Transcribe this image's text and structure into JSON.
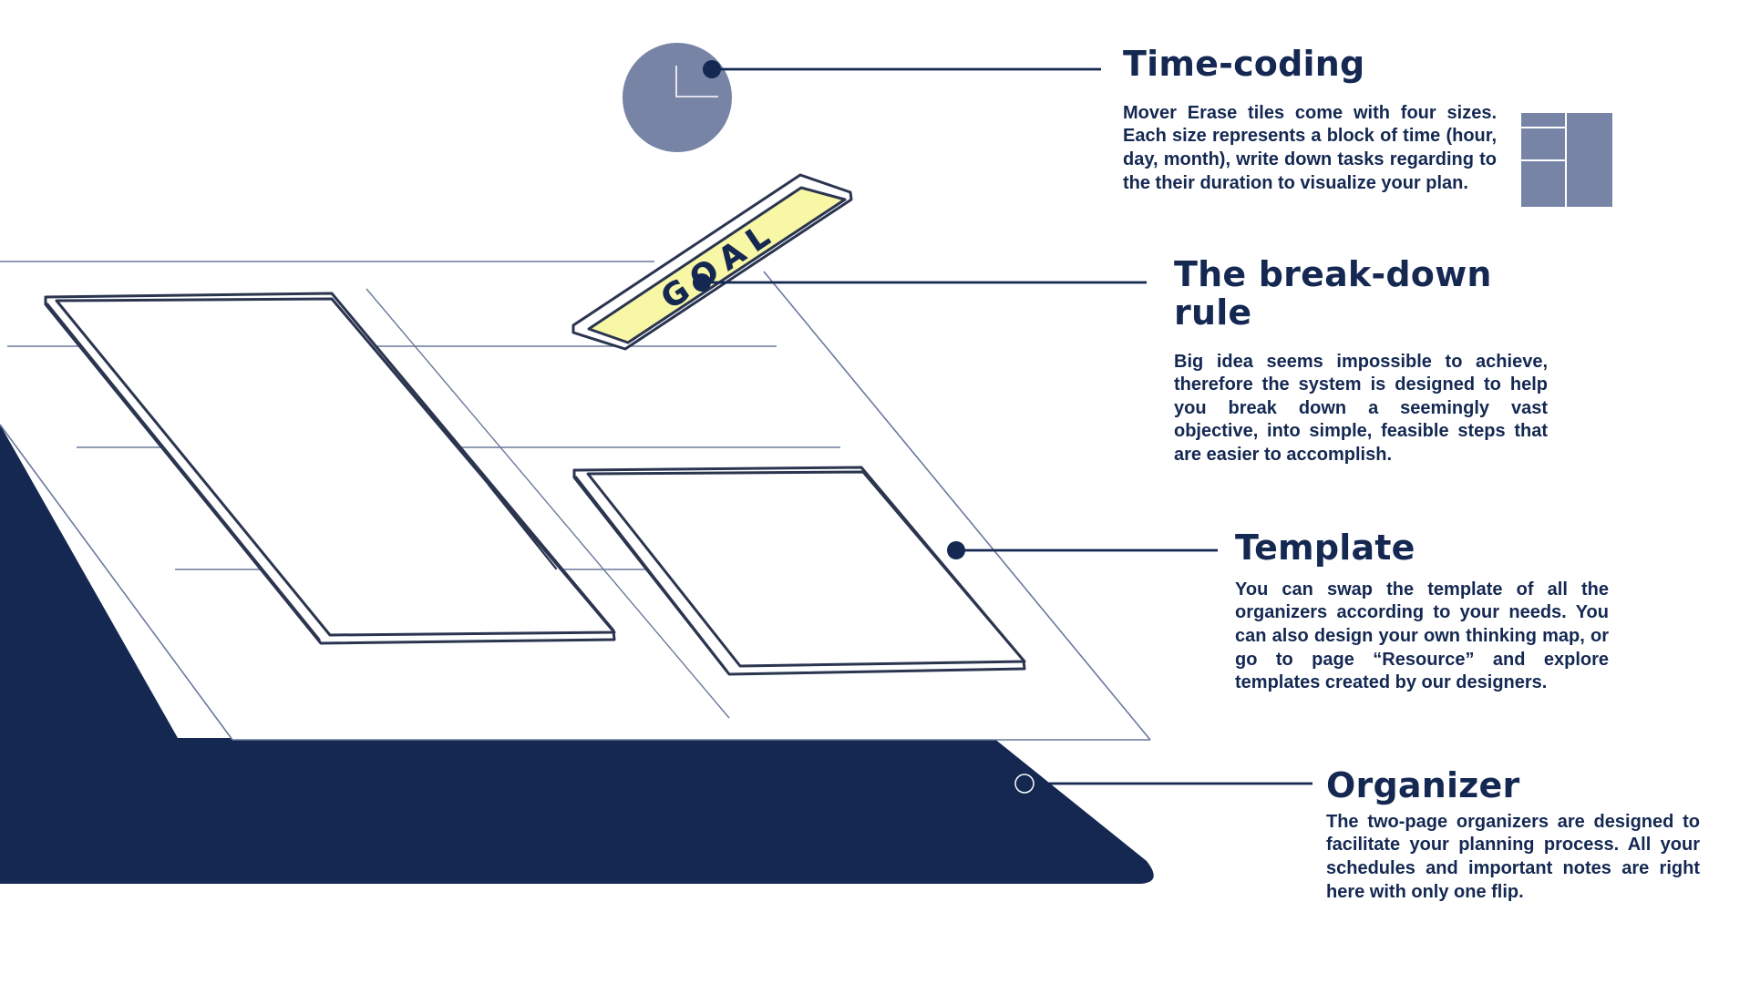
{
  "colors": {
    "navy": "#142852",
    "slate": "#7784a6",
    "slate_line": "#6a789c",
    "highlight": "#f7f7a6",
    "outline": "#2b3550",
    "background": "#ffffff"
  },
  "illustration": {
    "goal_tile_label": "GOAL",
    "icons": [
      "clock-icon",
      "tile-sizes-icon"
    ]
  },
  "callouts": [
    {
      "id": "time_coding",
      "title": "Time-coding",
      "body": "Mover Erase tiles come with four sizes. Each size represents a block of time (hour, day, month), write down tasks regarding to the their duration to visualize your plan."
    },
    {
      "id": "break_down",
      "title": "The break-down rule",
      "body": "Big idea seems impossible to achieve, therefore the system is designed to help you break down a seemingly vast objective, into simple, feasible steps that are easier to accomplish."
    },
    {
      "id": "template",
      "title": "Template",
      "body": "You can swap the template of all the organizers according to your needs. You can also design your own thinking map, or go to page “Resource” and explore templates created by our designers."
    },
    {
      "id": "organizer",
      "title": "Organizer",
      "body": "The two-page organizers are designed to facilitate your planning process. All your schedules and important notes are right here with only one flip."
    }
  ]
}
